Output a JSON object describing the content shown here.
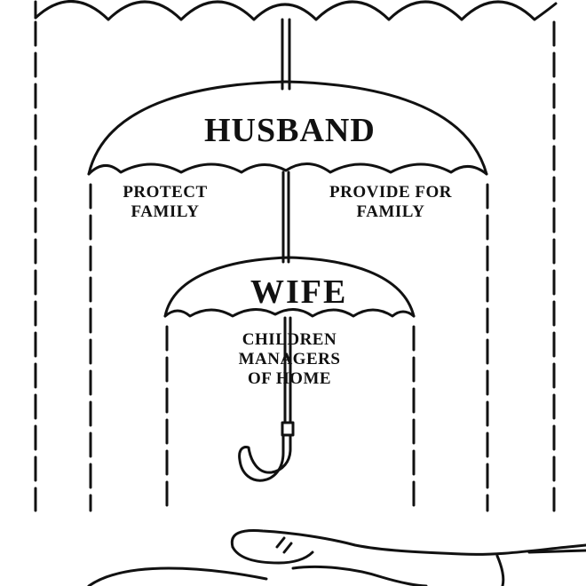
{
  "diagram": {
    "colors": {
      "ink": "#111111",
      "background": "#ffffff"
    },
    "top_umbrella": {
      "name": "top-umbrella",
      "label": ""
    },
    "husband_umbrella": {
      "title": "HUSBAND",
      "left_role": "PROTECT\nFAMILY",
      "right_role": "PROVIDE FOR\nFAMILY"
    },
    "wife_umbrella": {
      "title": "WIFE",
      "roles": "CHILDREN\nMANAGERS\nOF HOME"
    },
    "hand": {
      "icon": "open-hand-icon"
    }
  }
}
